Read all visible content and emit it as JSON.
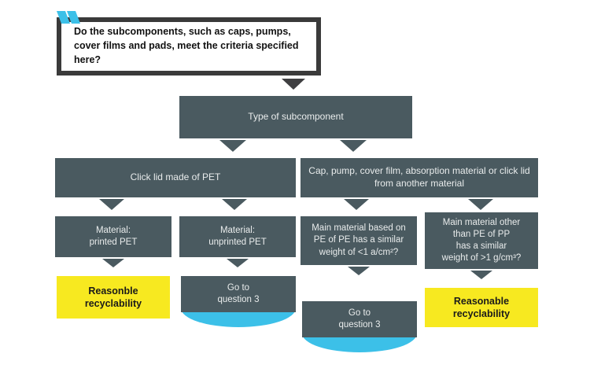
{
  "diagram": {
    "title_question": "Do the subcomponents, such as caps, pumps, cover films and pads, meet the criteria specified here?",
    "logo_name": "cyan-chevron-logo",
    "colors": {
      "slate": "#4a5a60",
      "cyan": "#3cc0e8",
      "yellow": "#f7e920",
      "border_dark": "#3a3a3a",
      "background": "#ffffff"
    },
    "nodes": {
      "question": "Do the subcomponents, such as caps, pumps, cover films and pads, meet the criteria specified here?",
      "type_of_subcomponent": "Type of subcomponent",
      "click_lid_pet": "Click lid made of PET",
      "cap_pump_other": "Cap, pump, cover film, absorption material or click lid from another material",
      "material_printed_pet": "Material:\nprinted PET",
      "material_unprinted_pet": "Material:\nunprinted PET",
      "main_material_pe": "Main material based on PE of PE has a similar weight of <1 a/cm²?",
      "main_material_other": "Main material other\nthan PE of PP\nhas a similar\nweight of >1 g/cm³?",
      "reasonble_recyclability": "Reasonble\nrecyclability",
      "go_to_question_3_left": "Go to\nquestion 3",
      "go_to_question_3_mid": "Go to\nquestion 3",
      "reasonable_recyclability": "Reasonable\nrecyclability"
    }
  }
}
